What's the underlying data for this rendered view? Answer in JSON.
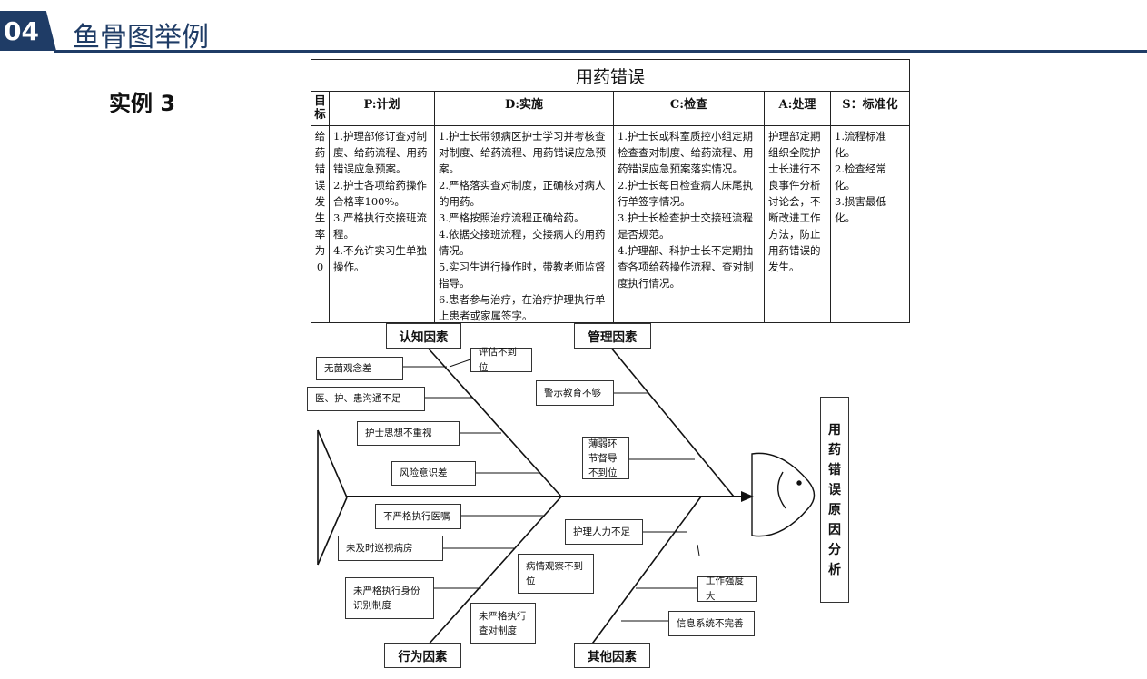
{
  "header": {
    "number": "04",
    "title": "鱼骨图举例",
    "example_label": "实例 3"
  },
  "table": {
    "title": "用药错误",
    "columns": [
      {
        "head": "目标",
        "body": "给药错误发生率为0"
      },
      {
        "head": "P:计划",
        "body": "1.护理部修订查对制度、给药流程、用药错误应急预案。\n2.护士各项给药操作合格率100%。\n3.严格执行交接班流程。\n4.不允许实习生单独操作。"
      },
      {
        "head": "D:实施",
        "body": "1.护士长带领病区护士学习并考核查对制度、给药流程、用药错误应急预案。\n2.严格落实查对制度，正确核对病人的用药。\n3.严格按照治疗流程正确给药。\n4.依据交接班流程，交接病人的用药情况。\n5.实习生进行操作时，带教老师监督指导。\n6.患者参与治疗，在治疗护理执行单上患者或家属签字。"
      },
      {
        "head": "C:检查",
        "body": "1.护士长或科室质控小组定期检查查对制度、给药流程、用药错误应急预案落实情况。\n2.护士长每日检查病人床尾执行单签字情况。\n3.护士长检查护士交接班流程是否规范。\n4.护理部、科护士长不定期抽查各项给药操作流程、查对制度执行情况。"
      },
      {
        "head": "A:处理",
        "body": "护理部定期组织全院护士长进行不良事件分析讨论会，不断改进工作方法，防止用药错误的发生。"
      },
      {
        "head": "S：标准化",
        "body": "1.流程标准化。\n2.检查经常化。\n3.损害最低化。"
      }
    ]
  },
  "fishbone": {
    "head": "用药错误原因分析",
    "categories": {
      "cognition": "认知因素",
      "management": "管理因素",
      "behavior": "行为因素",
      "other": "其他因素"
    },
    "causes": {
      "aseptic": "无菌观念差",
      "evaluation": "评估不到位",
      "communication": "医、护、患沟通不足",
      "nurse_attitude": "护士思想不重视",
      "risk_awareness": "风险意识差",
      "warning_education": "警示教育不够",
      "weak_link": "薄弱环节督导不到位",
      "doctor_orders": "不严格执行医嘱",
      "ward_rounds": "未及时巡视病房",
      "observation": "病情观察不到位",
      "identity": "未严格执行身份识别制度",
      "check_system": "未严格执行查对制度",
      "staffing": "护理人力不足",
      "workload": "工作强度大",
      "info_system": "信息系统不完善"
    }
  }
}
